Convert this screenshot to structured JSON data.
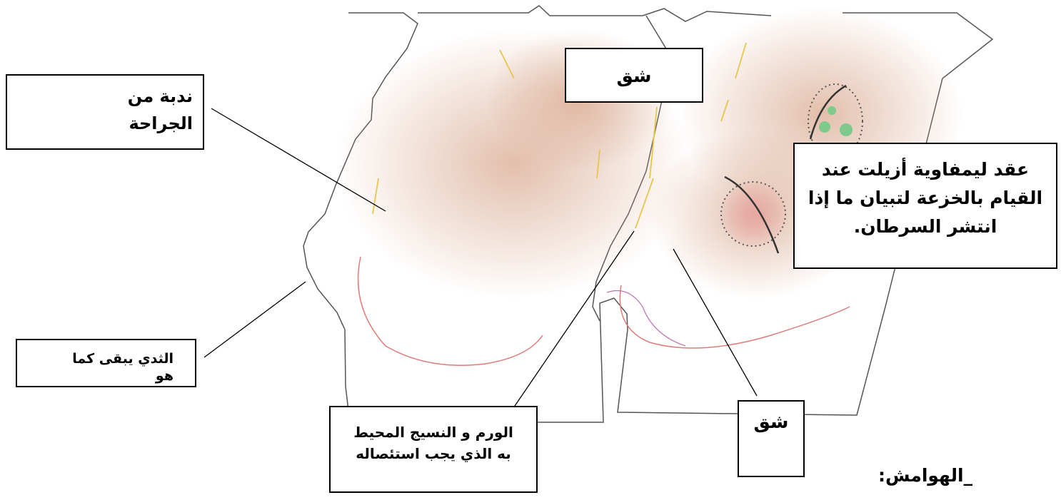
{
  "labels": {
    "scar": {
      "line1": "ندبة من",
      "line2": "الجراحة"
    },
    "incision_top": "شق",
    "lymph_nodes": {
      "line1": "عقد ليمفاوية أزيلت عند",
      "line2": "القيام بالخزعة لتبيان ما إذا",
      "line3": "انتشر السرطان."
    },
    "breast_remains": {
      "line1": "الثدي يبقى كما",
      "line2": "هو"
    },
    "tumor": {
      "line1": "الورم و النسيج المحيط",
      "line2": "به الذي يجب استئصاله"
    },
    "incision_bottom": "شق",
    "margins": "_الهوامش:"
  },
  "colors": {
    "outline": "#555555",
    "shading": "#d9a98f",
    "scar_line": "#e8c64a",
    "incision_red": "#e07a7a",
    "lymph_green": "#7fc98d",
    "tumor_pink": "#e8a3a0",
    "leader": "#000000"
  }
}
